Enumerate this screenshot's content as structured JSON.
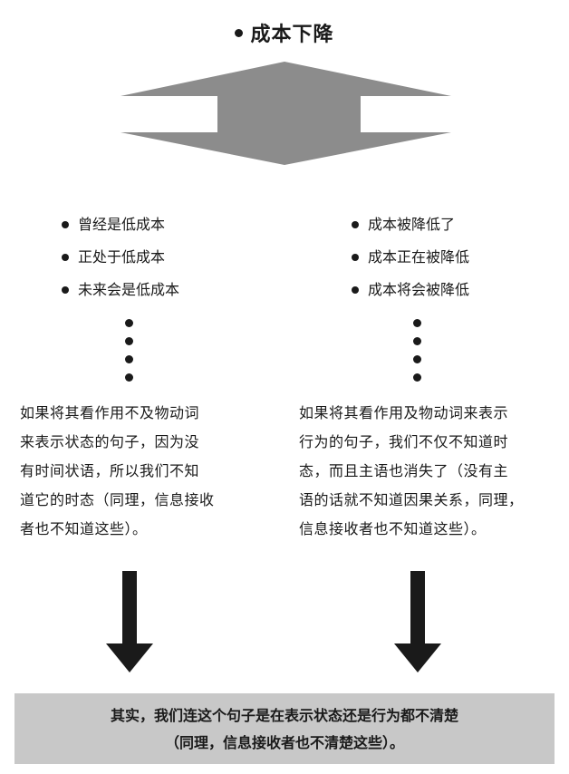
{
  "title": "成本下降",
  "left_column": {
    "bullets": [
      "曾经是低成本",
      "正处于低成本",
      "未来会是低成本"
    ],
    "paragraph_lines": [
      "如果将其看作用不及物动词",
      "来表示状态的句子，因为没",
      "有时间状语，所以我们不知",
      "道它的时态（同理，信息接收",
      "者也不知道这些）。"
    ]
  },
  "right_column": {
    "bullets": [
      "成本被降低了",
      "成本正在被降低",
      "成本将会被降低"
    ],
    "paragraph_lines": [
      "如果将其看作用及物动词来表示",
      "行为的句子，我们不仅不知道时",
      "态，而且主语也消失了（没有主",
      "语的话就不知道因果关系，同理，",
      "信息接收者也不知道这些）。"
    ]
  },
  "conclusion": {
    "line1": "其实，我们连这个句子是在表示状态还是行为都不清楚",
    "line2": "（同理，信息接收者也不清楚这些）。"
  },
  "colors": {
    "split_arrow": "#8c8c8c",
    "down_arrow": "#1a1a1a",
    "conclusion_bg": "#c8c8c8"
  }
}
